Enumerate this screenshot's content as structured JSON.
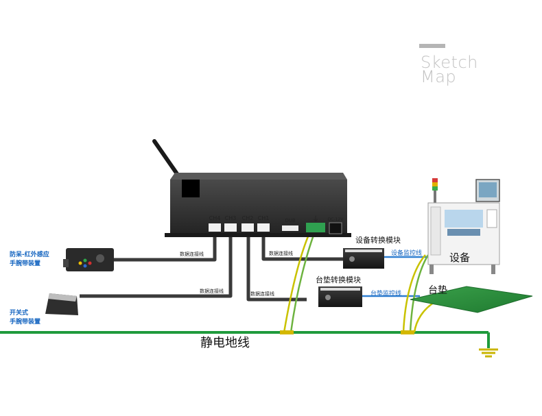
{
  "watermark": {
    "line1": "Sketch",
    "line2": "Map"
  },
  "ports": {
    "ch4": "CH4",
    "ch3": "CH3",
    "ch2": "CH2",
    "ch1": "CH1",
    "dub": "DUB",
    "ground_symbol": "⏚",
    "dc": "DC-12V"
  },
  "cables": {
    "data_link": "数据连接线",
    "equipment_monitor": "设备监控线",
    "mat_monitor": "台垫监控线"
  },
  "devices": {
    "ir_wrist": "防呆-红外感应\n手腕带装置",
    "switch_wrist": "开关式\n手腕带装置",
    "equipment_module": "设备转换模块",
    "mat_module": "台垫转换模块",
    "equipment": "设备",
    "mat": "台垫"
  },
  "ground_line": "静电地线",
  "colors": {
    "cable": "#3a3a3a",
    "ground": "#1f9a3c",
    "blue_label": "#1565c0",
    "device_body": "#2b2b2b",
    "mat": "#2e8b3e"
  },
  "icons": [
    "antenna-icon",
    "ground-icon",
    "signal-light-icon"
  ]
}
